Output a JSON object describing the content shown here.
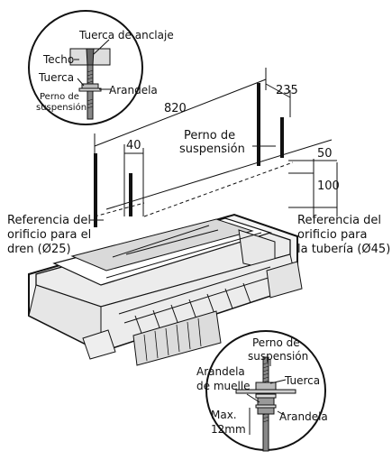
{
  "labels": {
    "tuerca_anclaje": "Tuerca de anclaje",
    "techo": "Techo",
    "tuerca_top": "Tuerca",
    "arandela_top": "Arandela",
    "perno_de": "Perno de",
    "suspension_top": "suspensión",
    "dim_820": "820",
    "dim_235": "235",
    "dim_40": "40",
    "dim_50": "50",
    "dim_100": "100",
    "perno_mid_1": "Perno de",
    "perno_mid_2": "suspensión",
    "ref_dren_1": "Referencia del",
    "ref_dren_2": "orificio para el",
    "ref_dren_3": "dren (Ø25)",
    "ref_tub_1": "Referencia del",
    "ref_tub_2": "orificio para",
    "ref_tub_3": "la tubería (Ø45)",
    "perno_bot_1": "Perno de",
    "perno_bot_2": "suspensión",
    "arandela_muelle_1": "Arandela",
    "arandela_muelle_2": "de muelle",
    "tuerca_bot": "Tuerca",
    "arandela_bot": "Arandela",
    "max_1": "Max.",
    "max_2": "12mm"
  }
}
